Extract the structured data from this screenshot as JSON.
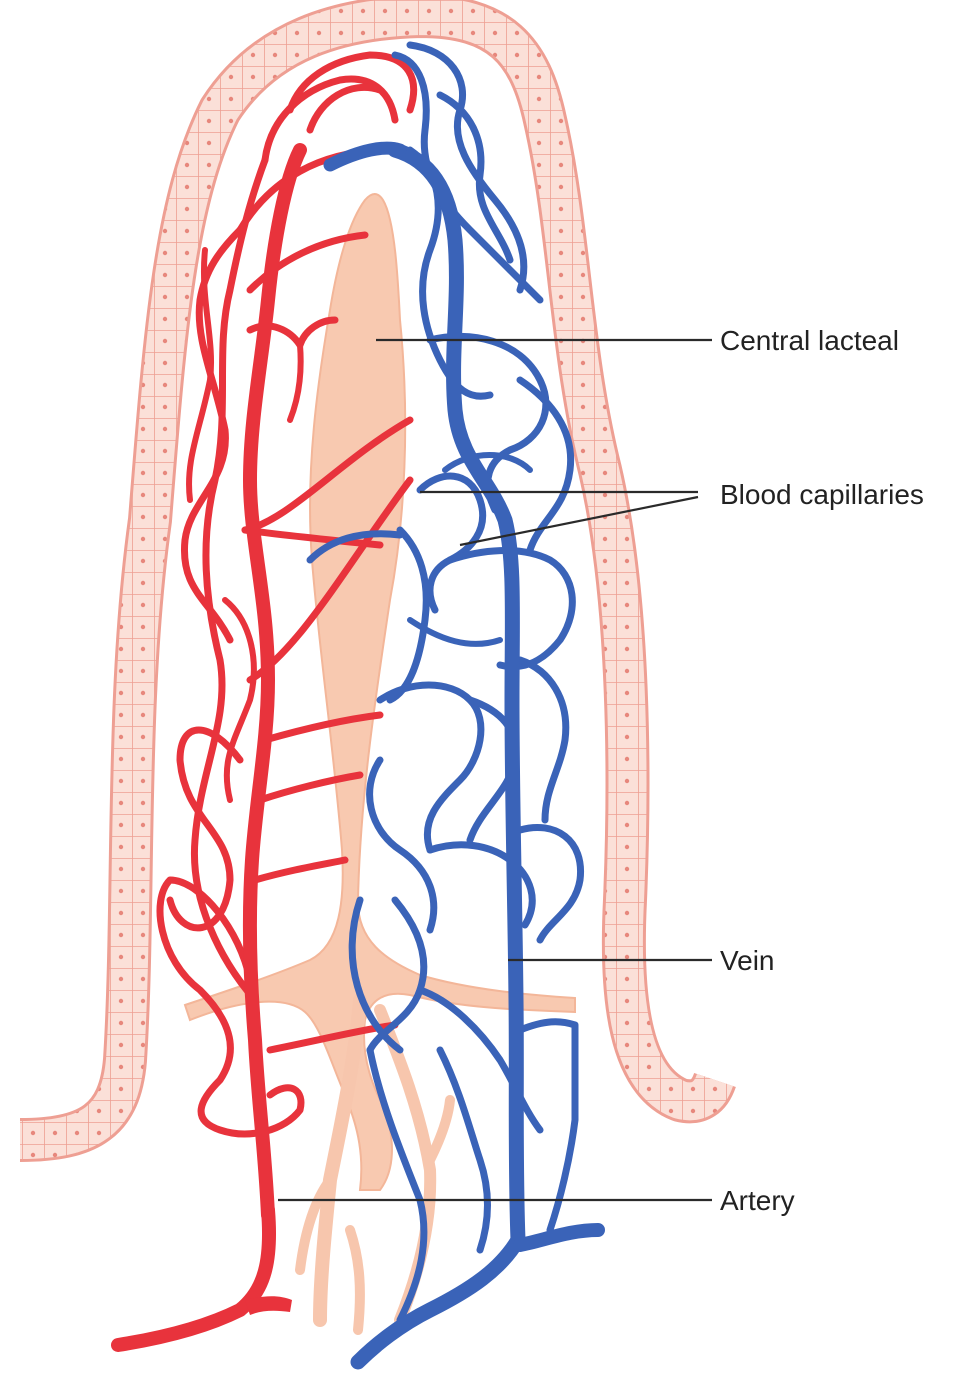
{
  "labels": {
    "central_lacteal": "Central lacteal",
    "blood_capillaries": "Blood capillaries",
    "vein": "Vein",
    "artery": "Artery"
  },
  "colors": {
    "artery": "#e8333c",
    "vein": "#3a63b8",
    "lacteal": "#f7c6ad",
    "epithelium": "#f4a79a"
  }
}
